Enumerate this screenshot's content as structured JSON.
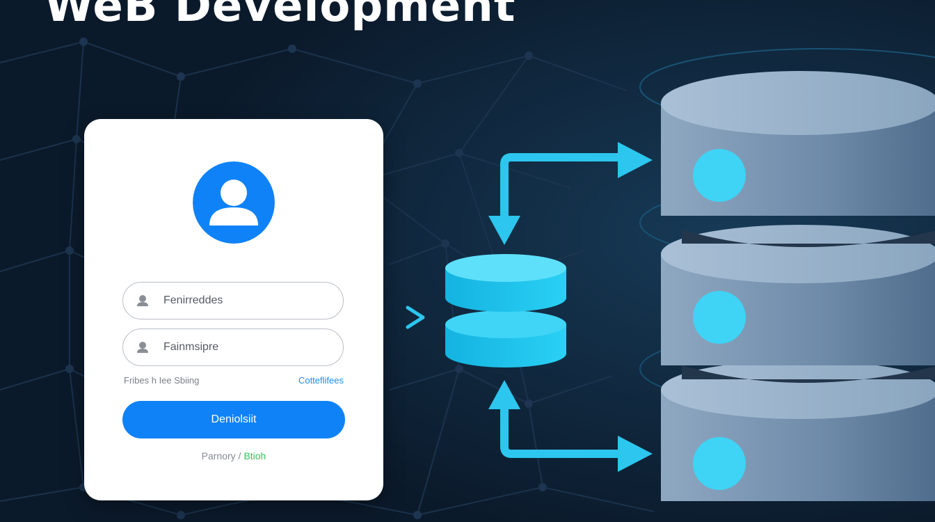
{
  "header": {
    "title": "WeB Development"
  },
  "login": {
    "username_placeholder": "Fenirreddes",
    "password_placeholder": "Fainmsipre",
    "remember_label": "Fribes h Iee Sbiing",
    "forgot_label": "Cotteflifees",
    "submit_label": "Deniolsiit",
    "signup_prompt": "Parnory /",
    "signup_link": "Btioh"
  },
  "colors": {
    "background": "#0b1a2b",
    "accent_cyan": "#2cc6ee",
    "primary_blue": "#0f82f7",
    "server_steel": "#6d8aa8",
    "link_green": "#34c15a"
  },
  "icons": {
    "avatar": "user-avatar-icon",
    "username": "user-icon",
    "password": "user-icon",
    "arrow": "chevron-right-icon",
    "database": "database-icon",
    "server": "server-stack-icon"
  }
}
